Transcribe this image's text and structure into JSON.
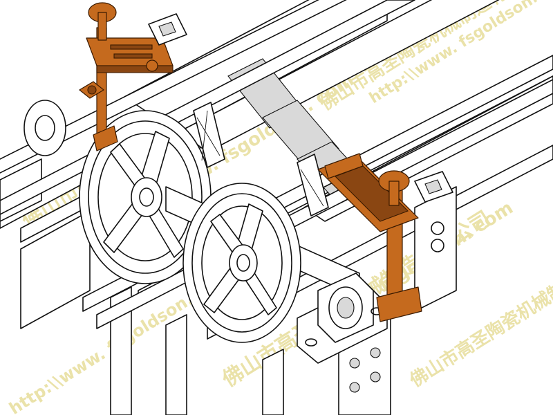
{
  "watermark": {
    "chinese_name": "佛山市高圣陶瓷机械制造有限公司",
    "domain": "www. fsgoldson. com",
    "url": "http:\\\\www. fsgoldson. com",
    "color": "#e8dfa0"
  },
  "colors": {
    "line": "#111111",
    "paper": "#ffffff",
    "bracket": "#c56a1e",
    "bracket_dark": "#8a4612"
  }
}
